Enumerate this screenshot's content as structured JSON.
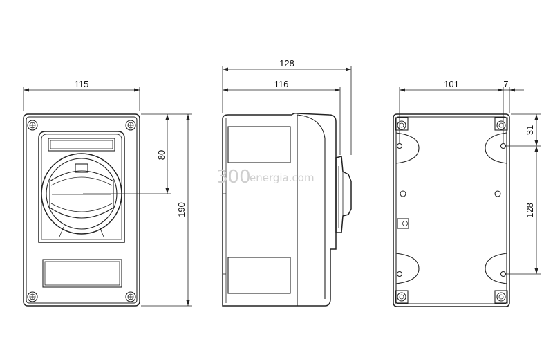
{
  "watermark": {
    "brand_number": "300",
    "brand_text": "energia.com"
  },
  "front_view": {
    "width_label": "115",
    "height_label": "190",
    "switch_offset_label": "80"
  },
  "side_view": {
    "depth_label": "128",
    "body_depth_label": "116"
  },
  "back_view": {
    "hole_spacing_w_label": "101",
    "edge_offset_label": "7",
    "top_offset_label": "31",
    "hole_spacing_h_label": "128"
  }
}
